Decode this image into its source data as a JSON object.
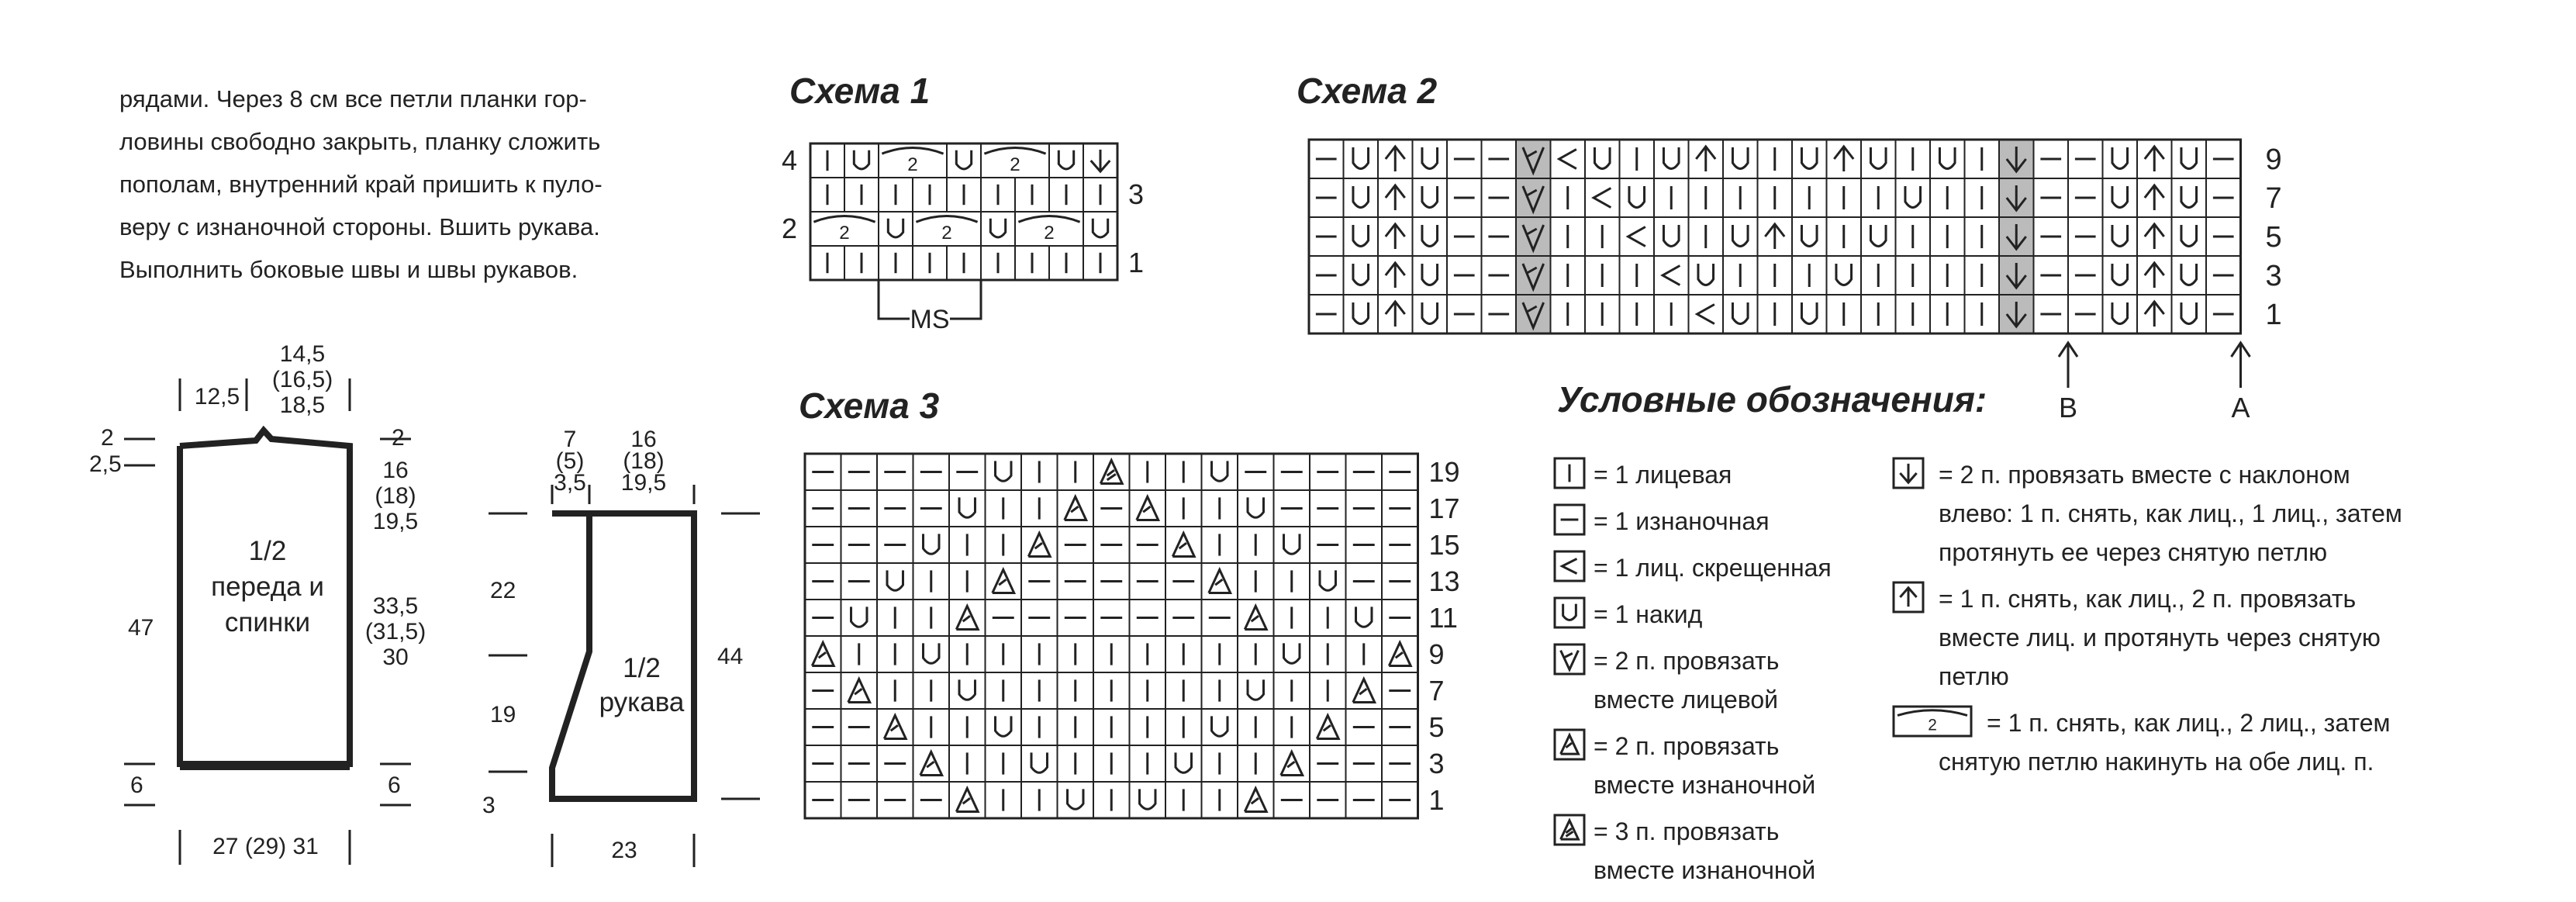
{
  "intro": {
    "lines": [
      "рядами. Через 8 см все петли планки гор-",
      "ловины свободно закрыть, планку сложить",
      "пополам, внутренний край пришить к пуло-",
      "веру с изнаночной стороны. Вшить рукава.",
      "Выполнить боковые швы и швы рукавов."
    ]
  },
  "scheme1": {
    "title": "Схема 1",
    "rows": [
      [
        "I",
        "U",
        "T2",
        "",
        "U",
        "T2",
        "",
        "U",
        "V"
      ],
      [
        "I",
        "I",
        "I",
        "I",
        "I",
        "I",
        "I",
        "I",
        "I"
      ],
      [
        "T2",
        "",
        "U",
        "T2",
        "",
        "U",
        "T2",
        "",
        "U"
      ],
      [
        "I",
        "I",
        "I",
        "I",
        "I",
        "I",
        "I",
        "I",
        "I"
      ]
    ],
    "left_labels": [
      "4",
      "",
      "2",
      ""
    ],
    "right_labels": [
      "",
      "3",
      "",
      "1"
    ],
    "ms_label": "MS"
  },
  "scheme2": {
    "title": "Схема 2",
    "rows": [
      [
        "–",
        "U",
        "A",
        "U",
        "–",
        "–",
        "Y",
        "<",
        "U",
        "I",
        "U",
        "A",
        "U",
        "I",
        "U",
        "A",
        "U",
        "I",
        "U",
        "I",
        "V",
        "–",
        "–",
        "U",
        "A",
        "U",
        "–"
      ],
      [
        "–",
        "U",
        "A",
        "U",
        "–",
        "–",
        "Y",
        "I",
        "<",
        "U",
        "I",
        "I",
        "I",
        "I",
        "I",
        "I",
        "I",
        "U",
        "I",
        "I",
        "V",
        "–",
        "–",
        "U",
        "A",
        "U",
        "–"
      ],
      [
        "–",
        "U",
        "A",
        "U",
        "–",
        "–",
        "Y",
        "I",
        "I",
        "<",
        "U",
        "I",
        "U",
        "A",
        "U",
        "I",
        "U",
        "I",
        "I",
        "I",
        "V",
        "–",
        "–",
        "U",
        "A",
        "U",
        "–"
      ],
      [
        "–",
        "U",
        "A",
        "U",
        "–",
        "–",
        "Y",
        "I",
        "I",
        "I",
        "<",
        "U",
        "I",
        "I",
        "I",
        "U",
        "I",
        "I",
        "I",
        "I",
        "V",
        "–",
        "–",
        "U",
        "A",
        "U",
        "–"
      ],
      [
        "–",
        "U",
        "A",
        "U",
        "–",
        "–",
        "Y",
        "I",
        "I",
        "I",
        "I",
        "<",
        "U",
        "I",
        "U",
        "I",
        "I",
        "I",
        "I",
        "I",
        "V",
        "–",
        "–",
        "U",
        "A",
        "U",
        "–"
      ]
    ],
    "right_labels": [
      "9",
      "7",
      "5",
      "3",
      "1"
    ],
    "shaded_cols": [
      6,
      20
    ],
    "arrow_b": "B",
    "arrow_a": "A"
  },
  "scheme3": {
    "title": "Схема 3",
    "rows": [
      [
        "–",
        "–",
        "–",
        "–",
        "–",
        "U",
        "I",
        "I",
        "D",
        "I",
        "I",
        "U",
        "–",
        "–",
        "–",
        "–",
        "–"
      ],
      [
        "–",
        "–",
        "–",
        "–",
        "U",
        "I",
        "I",
        "Z",
        "–",
        "Z",
        "I",
        "I",
        "U",
        "–",
        "–",
        "–",
        "–"
      ],
      [
        "–",
        "–",
        "–",
        "U",
        "I",
        "I",
        "Z",
        "–",
        "–",
        "–",
        "Z",
        "I",
        "I",
        "U",
        "–",
        "–",
        "–"
      ],
      [
        "–",
        "–",
        "U",
        "I",
        "I",
        "Z",
        "–",
        "–",
        "–",
        "–",
        "–",
        "Z",
        "I",
        "I",
        "U",
        "–",
        "–"
      ],
      [
        "–",
        "U",
        "I",
        "I",
        "Z",
        "–",
        "–",
        "–",
        "–",
        "–",
        "–",
        "–",
        "Z",
        "I",
        "I",
        "U",
        "–"
      ],
      [
        "Z",
        "I",
        "I",
        "U",
        "I",
        "I",
        "I",
        "I",
        "I",
        "I",
        "I",
        "I",
        "I",
        "U",
        "I",
        "I",
        "Z"
      ],
      [
        "–",
        "Z",
        "I",
        "I",
        "U",
        "I",
        "I",
        "I",
        "I",
        "I",
        "I",
        "I",
        "U",
        "I",
        "I",
        "Z",
        "–"
      ],
      [
        "–",
        "–",
        "Z",
        "I",
        "I",
        "U",
        "I",
        "I",
        "I",
        "I",
        "I",
        "U",
        "I",
        "I",
        "Z",
        "–",
        "–"
      ],
      [
        "–",
        "–",
        "–",
        "Z",
        "I",
        "I",
        "U",
        "I",
        "I",
        "I",
        "U",
        "I",
        "I",
        "Z",
        "–",
        "–",
        "–"
      ],
      [
        "–",
        "–",
        "–",
        "–",
        "Z",
        "I",
        "I",
        "U",
        "I",
        "U",
        "I",
        "I",
        "Z",
        "–",
        "–",
        "–",
        "–"
      ]
    ],
    "right_labels": [
      "19",
      "17",
      "15",
      "13",
      "11",
      "9",
      "7",
      "5",
      "3",
      "1"
    ]
  },
  "legend": {
    "title": "Условные обозначения:",
    "col1": [
      {
        "sym": "I",
        "lines": [
          "= 1 лицевая"
        ]
      },
      {
        "sym": "–",
        "lines": [
          "= 1 изнаночная"
        ]
      },
      {
        "sym": "<",
        "lines": [
          "= 1 лиц. скрещенная"
        ]
      },
      {
        "sym": "U",
        "lines": [
          "= 1 накид"
        ]
      },
      {
        "sym": "Y",
        "lines": [
          "= 2 п. провязать",
          "вместе лицевой"
        ]
      },
      {
        "sym": "Z",
        "lines": [
          "= 2 п. провязать",
          "вместе изнаночной"
        ]
      },
      {
        "sym": "D",
        "lines": [
          "= 3 п. провязать",
          "вместе изнаночной"
        ]
      }
    ],
    "col2": [
      {
        "sym": "V",
        "lines": [
          "= 2 п. провязать вместе с наклоном",
          "влево: 1 п. снять, как лиц., 1 лиц., затем",
          "протянуть ее через снятую петлю"
        ]
      },
      {
        "sym": "A",
        "lines": [
          "= 1 п. снять, как лиц., 2 п. провязать",
          "вместе лиц. и протянуть через снятую",
          "петлю"
        ]
      },
      {
        "sym": "T",
        "lines": [
          "= 1 п. снять, как лиц., 2 лиц., затем",
          "снятую петлю накинуть на обе лиц. п."
        ]
      }
    ]
  },
  "body_pattern": {
    "panel_label_lines": [
      "1/2",
      "переда и",
      "спинки"
    ],
    "shoulder": "12,5",
    "neck_lines": [
      "14,5",
      "(16,5)",
      "18,5"
    ],
    "left_2": "2",
    "left_25": "2,5",
    "right_2": "2",
    "right_armhole_lines": [
      "16",
      "(18)",
      "19,5"
    ],
    "height_47": "47",
    "right_side_lines": [
      "33,5",
      "(31,5)",
      "30"
    ],
    "left_rib": "6",
    "right_rib": "6",
    "width": "27 (29) 31"
  },
  "sleeve_pattern": {
    "panel_label_lines": [
      "1/2",
      "рукава"
    ],
    "top_left_lines": [
      "7",
      "(5)",
      "3,5"
    ],
    "top_right_lines": [
      "16",
      "(18)",
      "19,5"
    ],
    "h22": "22",
    "h19": "19",
    "h3": "3",
    "h44": "44",
    "width": "23"
  }
}
